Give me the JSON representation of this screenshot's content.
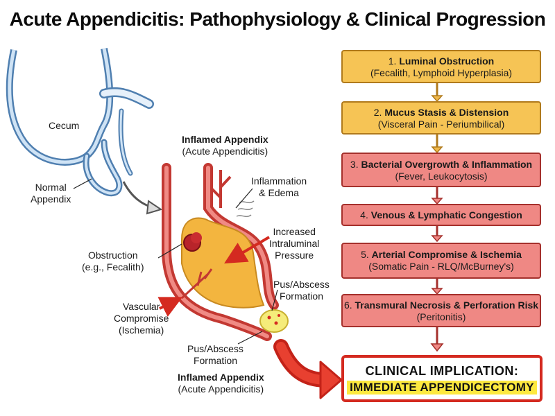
{
  "title": "Acute Appendicitis: Pathophysiology & Clinical Progression",
  "labels": {
    "cecum": "Cecum",
    "normal_appendix_line1": "Normal",
    "normal_appendix_line2": "Appendix",
    "inflamed_top_line1": "Inflamed Appendix",
    "inflamed_top_line2": "(Acute Appendicitis)",
    "inflammation_line1": "Inflammation",
    "inflammation_line2": "& Edema",
    "pressure_line1": "Increased",
    "pressure_line2": "Intraluminal",
    "pressure_line3": "Pressure",
    "obstruction_line1": "Obstruction",
    "obstruction_line2": "(e.g., Fecalith)",
    "pus_right_line1": "Pus/Abscess",
    "pus_right_line2": "Formation",
    "vascular_line1": "Vascular",
    "vascular_line2": "Compromise",
    "vascular_line3": "(Ischemia)",
    "pus_bottom_line1": "Pus/Abscess",
    "pus_bottom_line2": "Formation",
    "inflamed_bottom_line1": "Inflamed Appendix",
    "inflamed_bottom_line2": "(Acute Appendicitis)"
  },
  "steps": [
    {
      "num": "1.",
      "title": "Luminal Obstruction",
      "detail": "(Fecalith, Lymphoid Hyperplasia)"
    },
    {
      "num": "2.",
      "title": "Mucus Stasis & Distension",
      "detail": "(Visceral Pain - Periumbilical)"
    },
    {
      "num": "3.",
      "title": "Bacterial Overgrowth & Inflammation",
      "detail": "(Fever, Leukocytosis)"
    },
    {
      "num": "4.",
      "title": "Venous & Lymphatic Congestion",
      "detail": ""
    },
    {
      "num": "5.",
      "title": "Arterial Compromise & Ischemia",
      "detail": "(Somatic Pain - RLQ/McBurney's)"
    },
    {
      "num": "6.",
      "title": "Transmural Necrosis & Perforation Risk",
      "detail": "(Peritonitis)"
    }
  ],
  "implication": {
    "line1": "CLINICAL IMPLICATION:",
    "line2": "IMMEDIATE APPENDICECTOMY"
  },
  "colors": {
    "early_stage_fill": "#f6c455",
    "late_stage_fill": "#ef8884",
    "alert_red": "#d42a20",
    "highlight_yellow": "#fde93f",
    "normal_tissue_blue": "#9cc3e6",
    "inflamed_tissue_red": "#d8403a"
  }
}
